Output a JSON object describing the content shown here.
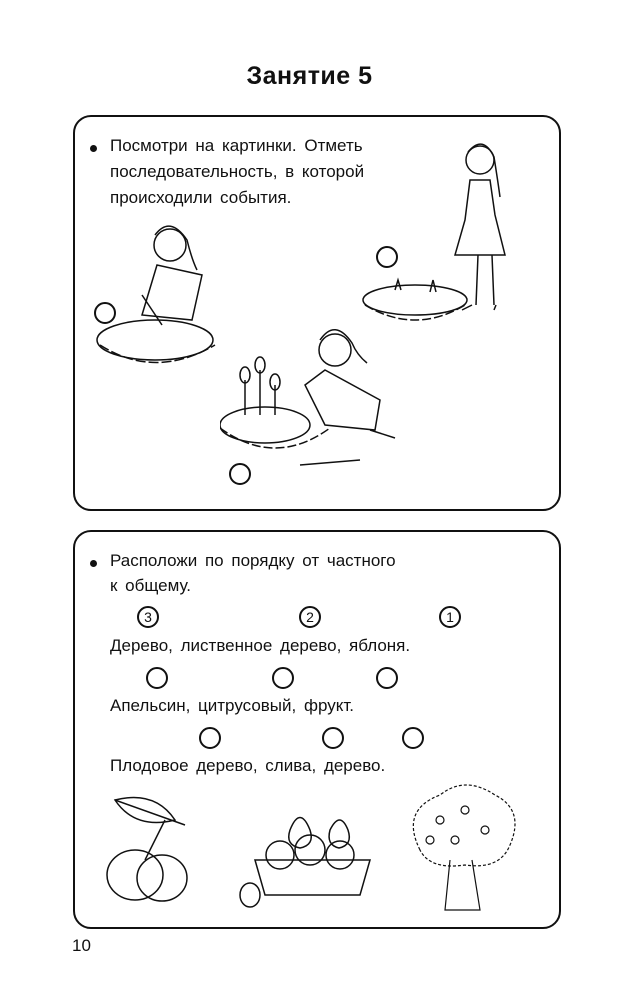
{
  "title": "Занятие 5",
  "task1": {
    "lines": [
      "Посмотри на картинки. Отметь",
      "последовательность, в которой",
      "происходили события."
    ],
    "answer_circles": [
      "",
      "",
      ""
    ]
  },
  "task2": {
    "lines": [
      "Расположи по порядку от частного",
      "к общему."
    ],
    "rows": [
      {
        "marks": [
          "3",
          "2",
          "1"
        ],
        "text": "Дерево, лиственное дерево, яблоня."
      },
      {
        "marks": [
          "",
          "",
          ""
        ],
        "text": "Апельсин, цитрусовый, фрукт."
      },
      {
        "marks": [
          "",
          "",
          ""
        ],
        "text": "Плодовое дерево, слива, дерево."
      }
    ]
  },
  "page_number": "10"
}
